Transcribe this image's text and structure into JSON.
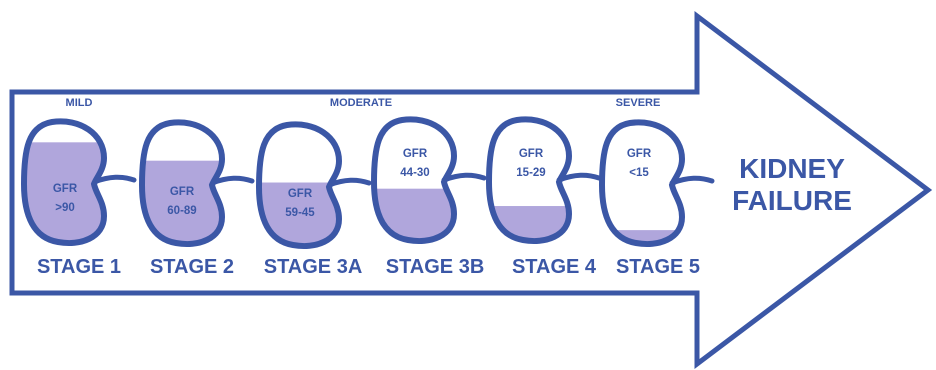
{
  "severity_labels": [
    "MILD",
    "MODERATE",
    "SEVERE"
  ],
  "stages": [
    {
      "label": "STAGE 1",
      "gfr_title": "GFR",
      "gfr_range": ">90",
      "fill_fraction": 0.82
    },
    {
      "label": "STAGE 2",
      "gfr_title": "GFR",
      "gfr_range": "60-89",
      "fill_fraction": 0.68
    },
    {
      "label": "STAGE 3A",
      "gfr_title": "GFR",
      "gfr_range": "59-45",
      "fill_fraction": 0.52
    },
    {
      "label": "STAGE 3B",
      "gfr_title": "GFR",
      "gfr_range": "44-30",
      "fill_fraction": 0.43
    },
    {
      "label": "STAGE 4",
      "gfr_title": "GFR",
      "gfr_range": "15-29",
      "fill_fraction": 0.29
    },
    {
      "label": "STAGE 5",
      "gfr_title": "GFR",
      "gfr_range": "<15",
      "fill_fraction": 0.12
    }
  ],
  "outcome": {
    "line1": "KIDNEY",
    "line2": "FAILURE"
  },
  "colors": {
    "outline": "#3b57a6",
    "fill": "#b0a6dc",
    "background": "#ffffff"
  }
}
